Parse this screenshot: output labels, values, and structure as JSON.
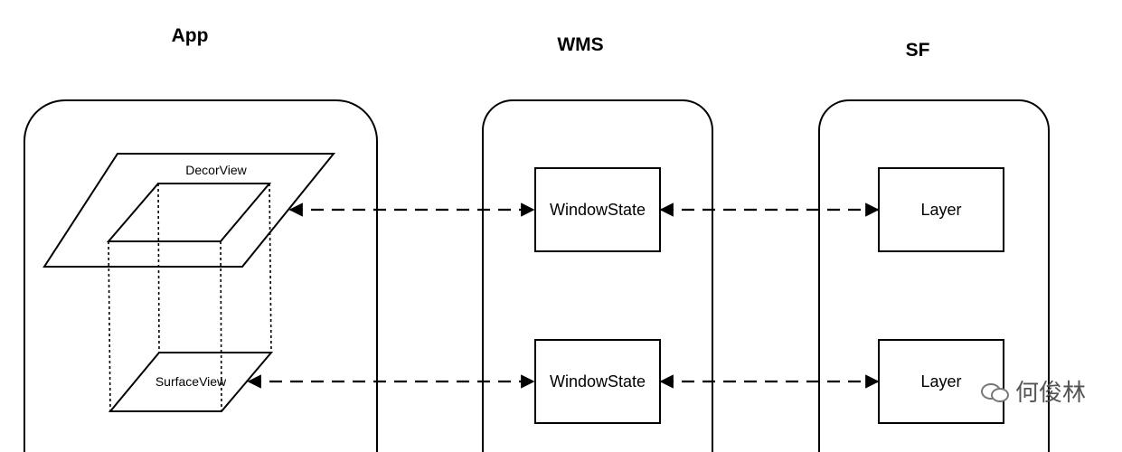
{
  "columns": {
    "app": {
      "title": "App"
    },
    "wms": {
      "title": "WMS"
    },
    "sf": {
      "title": "SF"
    }
  },
  "app_views": {
    "decor": "DecorView",
    "surface": "SurfaceView"
  },
  "wms_boxes": [
    "WindowState",
    "WindowState"
  ],
  "sf_boxes": [
    "Layer",
    "Layer"
  ],
  "watermark": {
    "text": "何俊林",
    "icon": "wechat-icon"
  }
}
